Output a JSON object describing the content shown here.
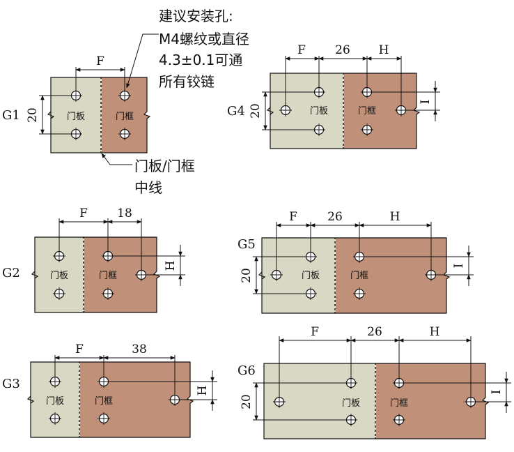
{
  "colors": {
    "door_leaf": "#d9d8c4",
    "door_frame": "#c09078",
    "line": "#111111",
    "hole_fill": "#ffffff"
  },
  "labels": {
    "door_leaf": "门板",
    "door_frame": "门框"
  },
  "callouts": {
    "mounting_hole": [
      "建议安装孔:",
      "M4螺纹或直径",
      "4.3±0.1可通",
      "所有铰链"
    ],
    "centerline": [
      "门板/门框",
      "中线"
    ]
  },
  "variants": [
    {
      "id": "G1",
      "dims": {
        "F": "F",
        "vertical": "20"
      }
    },
    {
      "id": "G2",
      "dims": {
        "F": "F",
        "offset": "18",
        "H": "H"
      }
    },
    {
      "id": "G3",
      "dims": {
        "F": "F",
        "offset": "38",
        "H": "H"
      }
    },
    {
      "id": "G4",
      "dims": {
        "F": "F",
        "gap": "26",
        "H": "H",
        "I": "I",
        "vertical": "20"
      }
    },
    {
      "id": "G5",
      "dims": {
        "F": "F",
        "gap": "26",
        "H": "H",
        "I": "I",
        "vertical": "20"
      }
    },
    {
      "id": "G6",
      "dims": {
        "F": "F",
        "gap": "26",
        "H": "H",
        "I": "I",
        "vertical": "20"
      }
    }
  ]
}
